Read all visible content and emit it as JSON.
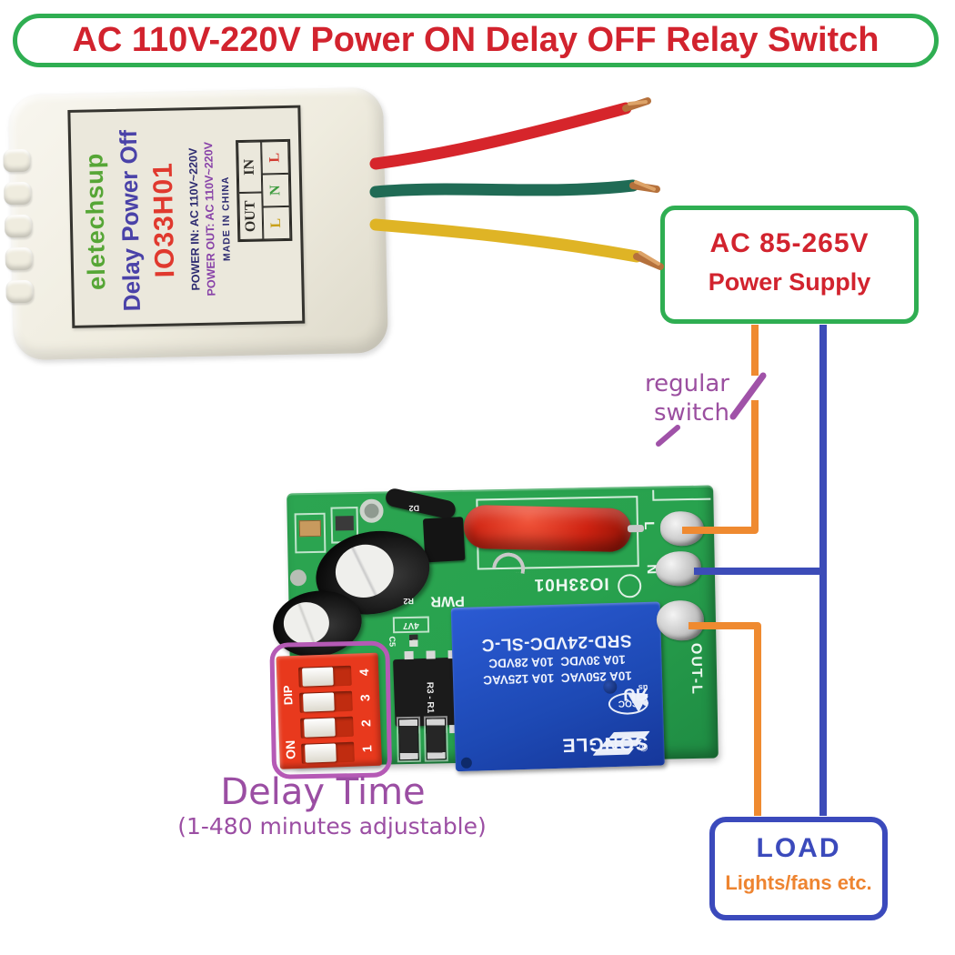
{
  "title": "AC 110V-220V Power ON Delay OFF Relay Switch",
  "module_label": {
    "brand": "eletechsup",
    "product": "Delay Power Off",
    "model": "IO33H01",
    "power_in": "POWER IN: AC 110V~220V",
    "power_out": "POWER OUT: AC 110V~220V",
    "origin": "MADE IN CHINA",
    "table": {
      "headers": [
        "OUT",
        "IN"
      ],
      "cells": [
        "L",
        "N",
        "L"
      ]
    }
  },
  "power_supply": {
    "line1": "AC 85-265V",
    "line2": "Power Supply"
  },
  "switch_note": {
    "line1": "regular",
    "line2": "switch"
  },
  "delay_note": {
    "title": "Delay Time",
    "subtitle": "(1-480 minutes adjustable)"
  },
  "load_box": {
    "title": "LOAD",
    "subtitle": "Lights/fans etc."
  },
  "pcb": {
    "silk_model": "IO33H01",
    "silk_pwr": "PWR",
    "silk_out": "OUT-L",
    "term_l": "L",
    "term_n": "N",
    "silk_r3r1": "R3 - R1",
    "silk_r2": "R2",
    "silk_c5": "C5",
    "silk_d2": "D2",
    "silk_4v7": "4V7",
    "dip": {
      "on": "ON",
      "dip": "DIP",
      "n1": "1",
      "n2": "2",
      "n3": "3",
      "n4": "4"
    },
    "relay": {
      "brand": "SONGLE",
      "registered": "®",
      "cert_c": "c",
      "cert_ul": "ЯU",
      "cert_us": "us",
      "cert_cqc": "CQC",
      "rating_ac": "10A 250VAC  10A 125VAC",
      "rating_dc": "10A 30VDC  10A 28VDC",
      "model": "SRD-24VDC-SL-C"
    }
  },
  "colors": {
    "accent_green": "#2fae52",
    "accent_red": "#d2232e",
    "annotation_purple": "#a14fa8",
    "wire_orange": "#ef8a30",
    "wire_blue": "#3c4cb8",
    "wire_red": "#d6252b",
    "wire_green": "#206b55",
    "wire_yellow": "#dfb425",
    "pcb_green": "#28a24e",
    "relay_blue": "#2152c3",
    "dip_red": "#e8391d"
  }
}
